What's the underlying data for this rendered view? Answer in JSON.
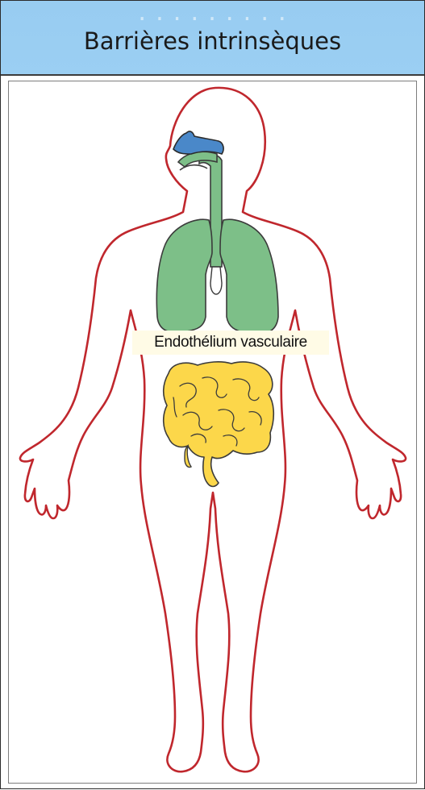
{
  "header": {
    "title": "Barrières intrinsèques",
    "faded_overlay_text": "· · · · · · · · ·"
  },
  "diagram": {
    "labels": [
      {
        "text": "Endothélium vasculaire"
      }
    ]
  },
  "colors": {
    "header_bg": "#9bcff3",
    "body_outline": "#c0272d",
    "nasal_cavity": "#4a88c9",
    "airway_lungs": "#7dbf88",
    "intestines": "#fcd74a",
    "label_bg": "#fffbe6"
  },
  "icons": [
    "human-body-outline",
    "nasal-cavity",
    "trachea",
    "left-lung",
    "right-lung",
    "intestines"
  ]
}
